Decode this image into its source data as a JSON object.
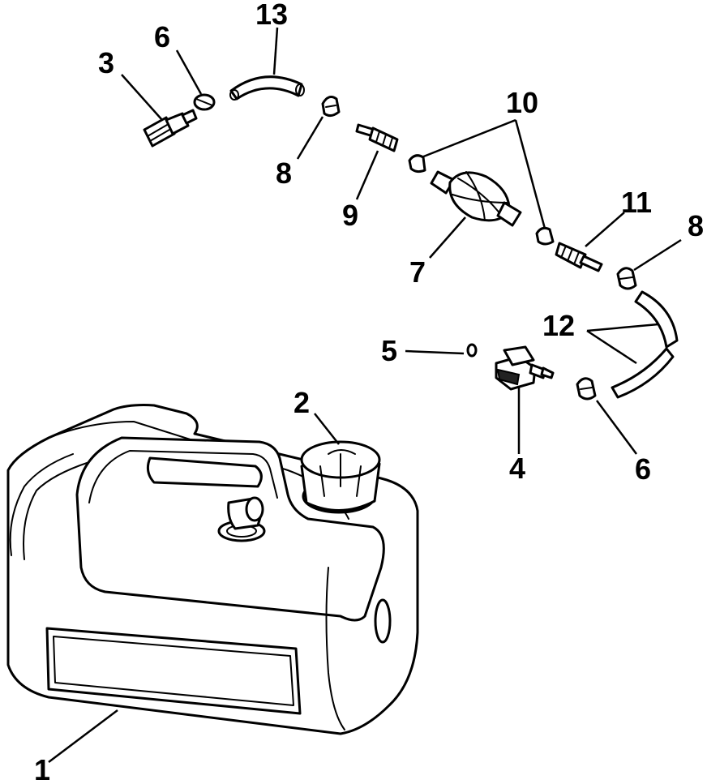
{
  "callouts": {
    "c1": "1",
    "c2": "2",
    "c3": "3",
    "c4": "4",
    "c5": "5",
    "c6a": "6",
    "c6b": "6",
    "c7": "7",
    "c8a": "8",
    "c8b": "8",
    "c9": "9",
    "c10": "10",
    "c11": "11",
    "c12": "12",
    "c13": "13"
  }
}
